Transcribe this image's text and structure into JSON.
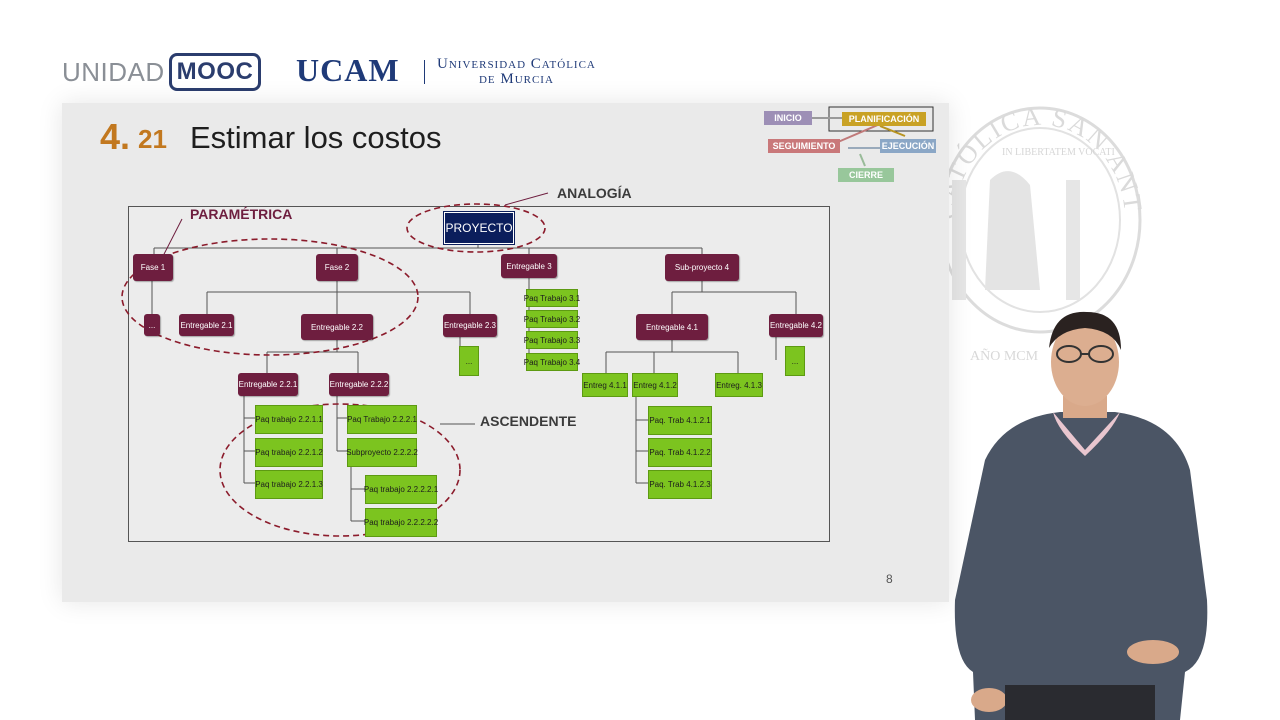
{
  "header": {
    "brand_left": "UNIDAD",
    "brand_box": "MOOC",
    "brand_ucam": "UCAM",
    "brand_univ_line1": "Universidad Católica",
    "brand_univ_line2": "de Murcia"
  },
  "slide": {
    "number_big": "4.",
    "number_small": "21",
    "title": "Estimar los costos",
    "page_number": "8"
  },
  "process": {
    "inicio": "INICIO",
    "planificacion": "PLANIFICACIÓN",
    "seguimiento": "SEGUIMIENTO",
    "ejecucion": "EJECUCIÓN",
    "cierre": "CIERRE"
  },
  "labels": {
    "analogia": "ANALOGÍA",
    "parametrica": "PARAMÉTRICA",
    "ascendente": "ASCENDENTE"
  },
  "wbs": {
    "proyecto": "PROYECTO",
    "fase1": "Fase 1",
    "fase2": "Fase 2",
    "entregable3": "Entregable 3",
    "subproyecto4": "Sub-proyecto 4",
    "dots": "...",
    "entregable21": "Entregable 2.1",
    "entregable22": "Entregable 2.2",
    "entregable23": "Entregable 2.3",
    "paq31": "Paq Trabajo 3.1",
    "paq32": "Paq Trabajo 3.2",
    "paq33": "Paq Trabajo 3.3",
    "paq34": "Paq Trabajo 3.4",
    "entregable41": "Entregable 4.1",
    "entregable42": "Entregable 4.2",
    "entregable221": "Entregable 2.2.1",
    "entregable222": "Entregable 2.2.2",
    "entreg411": "Entreg 4.1.1",
    "entreg412": "Entreg 4.1.2",
    "entreg413": "Entreg. 4.1.3",
    "paq2211": "Paq trabajo 2.2.1.1",
    "paq2212": "Paq trabajo 2.2.1.2",
    "paq2213": "Paq trabajo 2.2.1.3",
    "paq2221": "Paq Trabajo 2.2.2.1",
    "sub2222": "Subproyecto 2.2.2.2",
    "paq22221": "Paq trabajo 2.2.2.2.1",
    "paq22222": "Paq trabajo 2.2.2.2.2",
    "trab4121": "Paq. Trab 4.1.2.1",
    "trab4122": "Paq. Trab 4.1.2.2",
    "trab4123": "Paq. Trab 4.1.2.3"
  },
  "seal": {
    "arc_text": "CATÓLICA SAN ANTONIO",
    "inner_text": "IN LIBERTATEM VOCATI",
    "year_text": "AÑO MCM"
  }
}
